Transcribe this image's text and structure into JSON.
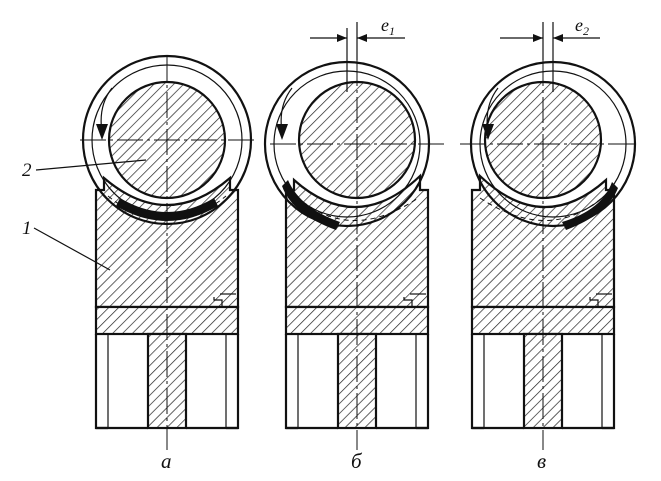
{
  "figure": {
    "part_labels": {
      "body": "1",
      "roller": "2"
    },
    "views": [
      {
        "id": "a",
        "label": "а",
        "eccentricity_label": "",
        "eccentricity_sub": ""
      },
      {
        "id": "b",
        "label": "б",
        "eccentricity_label": "e",
        "eccentricity_sub": "1"
      },
      {
        "id": "c",
        "label": "в",
        "eccentricity_label": "e",
        "eccentricity_sub": "2"
      }
    ]
  }
}
